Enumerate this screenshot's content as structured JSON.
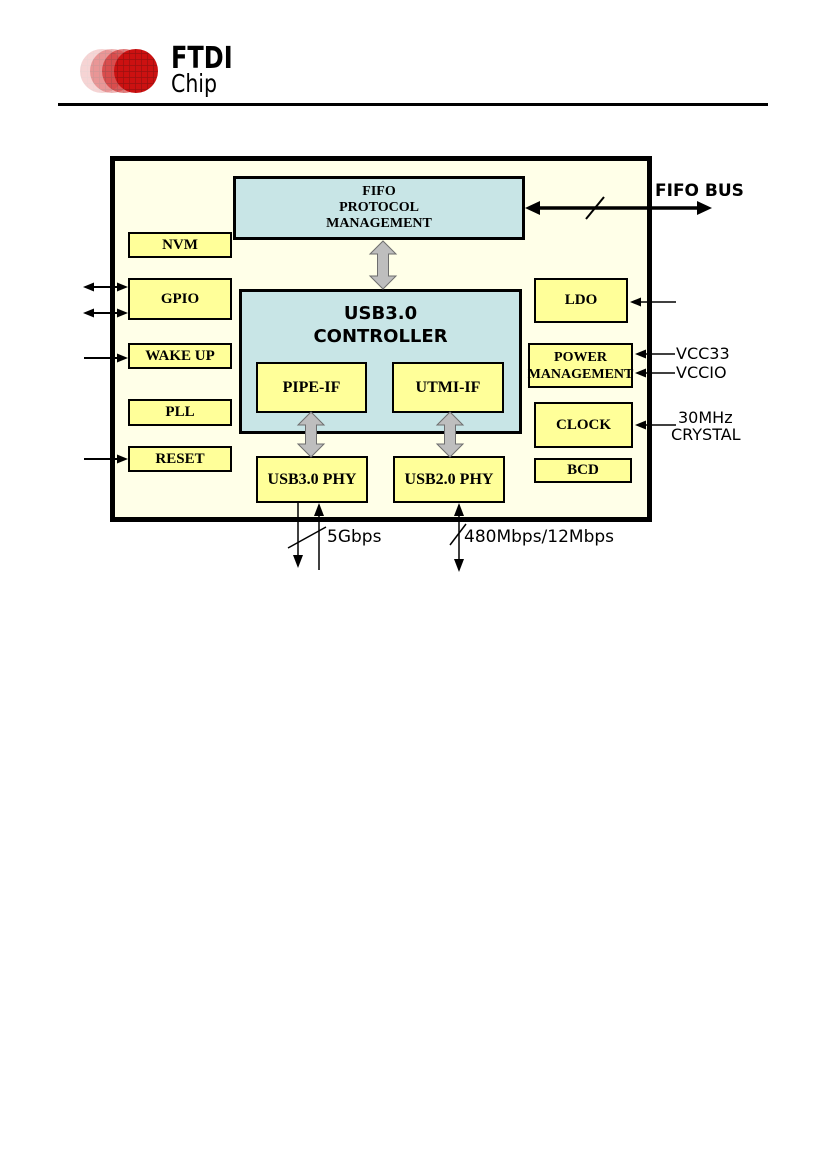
{
  "header": {
    "logo": {
      "brand": "FTDI",
      "sub": "Chip",
      "ball_color": "#CC1111",
      "grid_color": "#991111"
    }
  },
  "diagram": {
    "colors": {
      "canvas": "#FFFFE8",
      "block_yellow": "#FFFF99",
      "block_cyan": "#C8E5E6",
      "border": "#000000",
      "bus_arrow_gray": "#BEBEBE"
    },
    "blocks": {
      "fifo": {
        "lines": [
          "FIFO",
          "PROTOCOL",
          "MANAGEMENT"
        ]
      },
      "nvm": "NVM",
      "gpio": "GPIO",
      "wake_up": "WAKE UP",
      "pll": "PLL",
      "reset": "RESET",
      "controller": {
        "lines": [
          "USB3.0",
          "CONTROLLER"
        ]
      },
      "pipe_if": "PIPE-IF",
      "utmi_if": "UTMI-IF",
      "usb3_phy": "USB3.0 PHY",
      "usb2_phy": "USB2.0 PHY",
      "ldo": "LDO",
      "power_mgmt": {
        "lines": [
          "POWER",
          "MANAGEMENT"
        ]
      },
      "clock": "CLOCK",
      "bcd": "BCD"
    },
    "labels": {
      "fifo_bus": "FIFO BUS",
      "vcc33": "VCC33",
      "vccio": "VCCIO",
      "crystal": {
        "lines": [
          "30MHz",
          "CRYSTAL"
        ]
      },
      "usb3_speed": "5Gbps",
      "usb2_speed": "480Mbps/12Mbps"
    }
  }
}
